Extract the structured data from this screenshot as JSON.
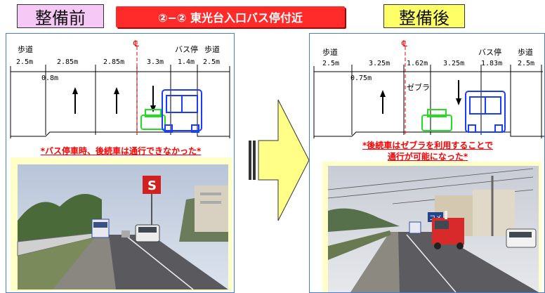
{
  "header": {
    "before_label": "整備前",
    "location_title": "②−② 東光台入口バス停付近",
    "after_label": "整備後"
  },
  "before_section": {
    "centerline_mark": "℄",
    "labels": {
      "sidewalk_left": "歩道",
      "sidewalk_left_w": "2.5m",
      "shoulder_w": "0.8m",
      "lane1_w": "2.85m",
      "lane2_w": "2.85m",
      "lane3_w": "3.3m",
      "bus_stop": "バス停",
      "bus_stop_w": "1.4m",
      "sidewalk_right": "歩道",
      "sidewalk_right_w": "2.5m"
    },
    "warning": "*バス停車時、後続車は通行できなかった*"
  },
  "after_section": {
    "centerline_mark": "℄",
    "labels": {
      "sidewalk_left": "歩道",
      "sidewalk_left_w": "2.5m",
      "shoulder_w": "0.75m",
      "lane1_w": "3.25m",
      "median_w": "1.62m",
      "lane2_w": "3.25m",
      "bus_stop": "バス停",
      "bus_stop_w": "1.83m",
      "sidewalk_right": "歩道",
      "sidewalk_right_w": "2.5m",
      "zebra": "ゼブラ"
    },
    "warning_line1": "*後続車はゼブラを利用することで",
    "warning_line2": "通行が可能になった*"
  },
  "before_photo": {
    "sign_text": "S"
  },
  "after_photo": {
    "sign_text": "コメ"
  },
  "colors": {
    "before_bg": "#f6c8f6",
    "after_bg": "#ffff66",
    "title_red": "#ff2a2a",
    "bus_blue": "#1a3cff",
    "car_green": "#22dd22",
    "warning_red": "#ff0000",
    "arrow_yellow": "#ffff88"
  }
}
